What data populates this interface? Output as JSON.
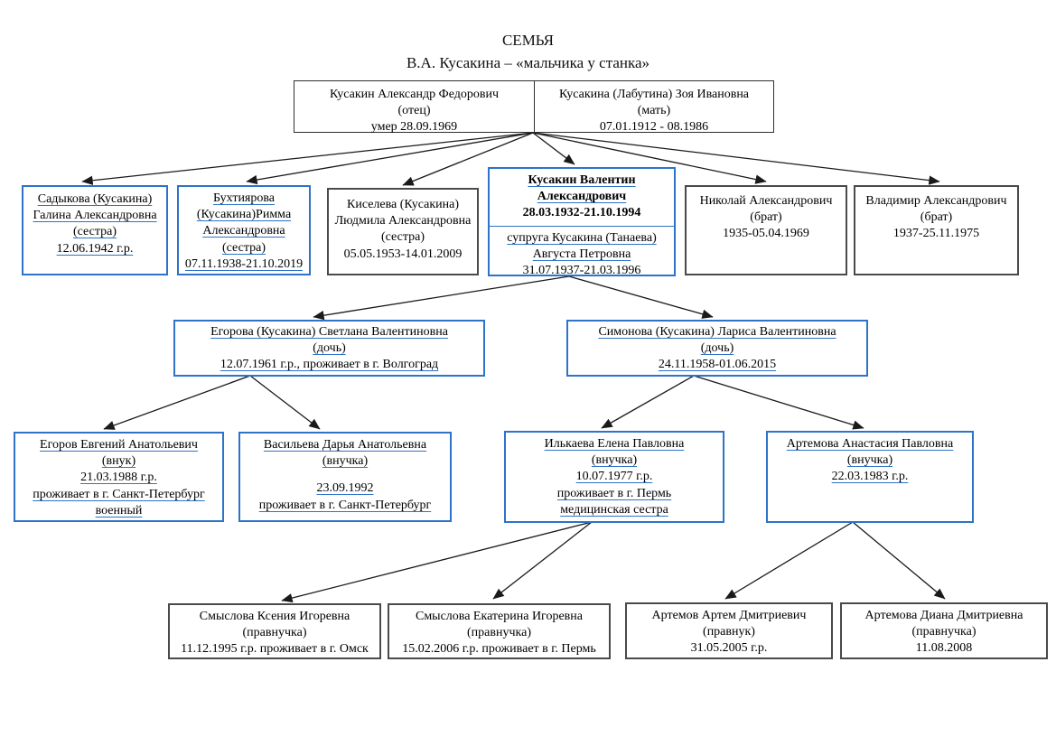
{
  "title": {
    "line1": "СЕМЬЯ",
    "line2": "В.А. Кусакина – «мальчика у станка»"
  },
  "colors": {
    "accent_blue": "#2D73C8",
    "box_dark": "#4a4a4a",
    "arrow_black": "#1a1a1a"
  },
  "nodes": {
    "father": {
      "lines": [
        "Кусакин Александр Федорович",
        "(отец)",
        "умер 28.09.1969"
      ]
    },
    "mother": {
      "lines": [
        "Кусакина (Лабутина) Зоя Ивановна",
        "(мать)",
        "07.01.1912 - 08.1986"
      ]
    },
    "sadykova": {
      "lines": [
        "Садыкова (Кусакина)",
        "Галина Александровна",
        "(сестра)",
        "12.06.1942 г.р."
      ]
    },
    "buhtiyarova": {
      "lines": [
        "Бухтиярова",
        "(Кусакина)Римма",
        "Александровна",
        "(сестра)",
        "07.11.1938-21.10.2019"
      ]
    },
    "kiseleva": {
      "lines": [
        "Киселева (Кусакина)",
        "Людмила Александровна",
        "(сестра)",
        "05.05.1953-14.01.2009"
      ]
    },
    "valentin": {
      "top": [
        "Кусакин Валентин",
        "Александрович",
        "28.03.1932-21.10.1994"
      ],
      "bottom": [
        "супруга Кусакина (Танаева)",
        "Августа Петровна",
        "31.07.1937-21.03.1996"
      ]
    },
    "nikolay": {
      "lines": [
        "Николай Александрович",
        "(брат)",
        "1935-05.04.1969"
      ]
    },
    "vladimir": {
      "lines": [
        "Владимир Александрович",
        "(брат)",
        "1937-25.11.1975"
      ]
    },
    "egorova": {
      "lines": [
        "Егорова (Кусакина)  Светлана Валентиновна",
        "(дочь)",
        "12.07.1961 г.р., проживает в г. Волгоград"
      ]
    },
    "simonova": {
      "lines": [
        "Симонова (Кусакина) Лариса Валентиновна",
        "(дочь)",
        "24.11.1958-01.06.2015"
      ]
    },
    "egorov": {
      "lines": [
        "Егоров Евгений Анатольевич",
        "(внук)",
        "21.03.1988 г.р.",
        "проживает в г. Санкт-Петербург",
        "военный"
      ]
    },
    "vasilyeva": {
      "lines": [
        "Васильева Дарья Анатольевна",
        "(внучка)",
        "23.09.1992",
        "проживает в г. Санкт-Петербург"
      ]
    },
    "ilkaeva": {
      "lines": [
        "Илькаева Елена Павловна",
        "(внучка)",
        "10.07.1977 г.р.",
        "проживает в г. Пермь",
        "медицинская сестра"
      ]
    },
    "artemova_a": {
      "lines": [
        "Артемова Анастасия Павловна",
        "(внучка)",
        "22.03.1983 г.р."
      ]
    },
    "smyslova_k": {
      "lines": [
        "Смыслова Ксения Игоревна",
        "(правнучка)",
        "11.12.1995 г.р. проживает в г. Омск"
      ]
    },
    "smyslova_e": {
      "lines": [
        "Смыслова Екатерина Игоревна",
        "(правнучка)",
        "15.02.2006 г.р. проживает в г. Пермь"
      ]
    },
    "artemov": {
      "lines": [
        "Артемов Артем Дмитриевич",
        "(правнук)",
        "31.05.2005 г.р."
      ]
    },
    "artemova_d": {
      "lines": [
        "Артемова Диана Дмитриевна",
        "(правнучка)",
        "11.08.2008"
      ]
    }
  },
  "edges": [
    {
      "from": "parents",
      "to": "sadykova"
    },
    {
      "from": "parents",
      "to": "buhtiyarova"
    },
    {
      "from": "parents",
      "to": "kiseleva"
    },
    {
      "from": "parents",
      "to": "valentin"
    },
    {
      "from": "parents",
      "to": "nikolay"
    },
    {
      "from": "parents",
      "to": "vladimir"
    },
    {
      "from": "valentin",
      "to": "egorova"
    },
    {
      "from": "valentin",
      "to": "simonova"
    },
    {
      "from": "egorova",
      "to": "egorov"
    },
    {
      "from": "egorova",
      "to": "vasilyeva"
    },
    {
      "from": "simonova",
      "to": "ilkaeva"
    },
    {
      "from": "simonova",
      "to": "artemova_a"
    },
    {
      "from": "ilkaeva",
      "to": "smyslova_k"
    },
    {
      "from": "ilkaeva",
      "to": "smyslova_e"
    },
    {
      "from": "artemova_a",
      "to": "artemov"
    },
    {
      "from": "artemova_a",
      "to": "artemova_d"
    }
  ]
}
